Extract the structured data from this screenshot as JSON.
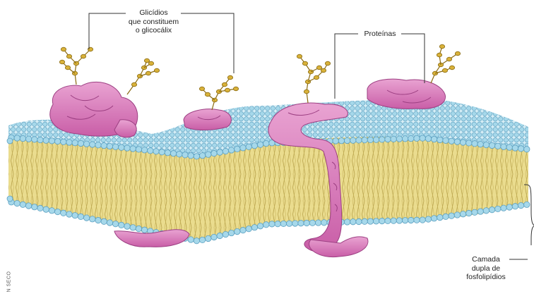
{
  "labels": {
    "glycocalyx_line1": "Glicídios",
    "glycocalyx_line2": "que constituem",
    "glycocalyx_line3": "o glicocálix",
    "proteins": "Proteínas",
    "bilayer_line1": "Camada",
    "bilayer_line2": "dupla de",
    "bilayer_line3": "fosfolipídios"
  },
  "credit": "N SECO",
  "colors": {
    "phospholipid_head": "#a6d8ea",
    "phospholipid_head_edge": "#5b9fc0",
    "lipid_tail": "#eadc8e",
    "lipid_tail_line": "#b8a24a",
    "protein": "#d978b8",
    "protein_edge": "#9c3f82",
    "glycan": "#d9b23a",
    "glycan_edge": "#8a6a10",
    "leader_line": "#333333"
  }
}
